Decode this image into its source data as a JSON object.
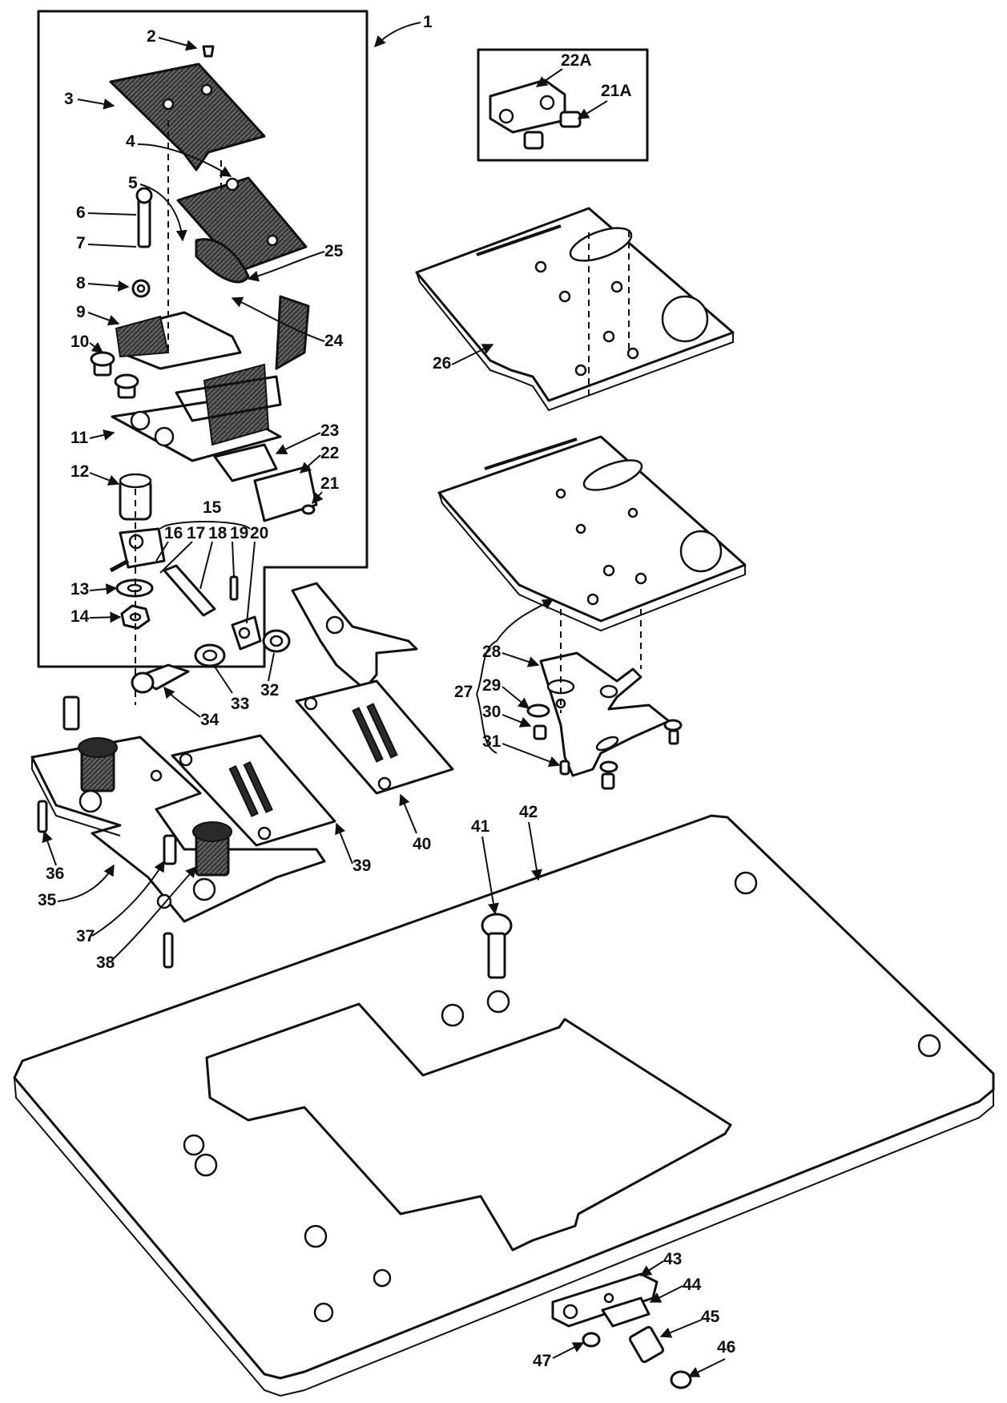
{
  "callouts": [
    "1",
    "2",
    "3",
    "4",
    "5",
    "6",
    "7",
    "8",
    "9",
    "10",
    "11",
    "12",
    "13",
    "14",
    "15",
    "16",
    "17",
    "18",
    "19",
    "20",
    "21",
    "22",
    "23",
    "24",
    "25",
    "26",
    "27",
    "28",
    "29",
    "30",
    "31",
    "32",
    "33",
    "34",
    "35",
    "36",
    "37",
    "38",
    "39",
    "40",
    "41",
    "42",
    "43",
    "44",
    "45",
    "46",
    "47",
    "21A",
    "22A"
  ]
}
